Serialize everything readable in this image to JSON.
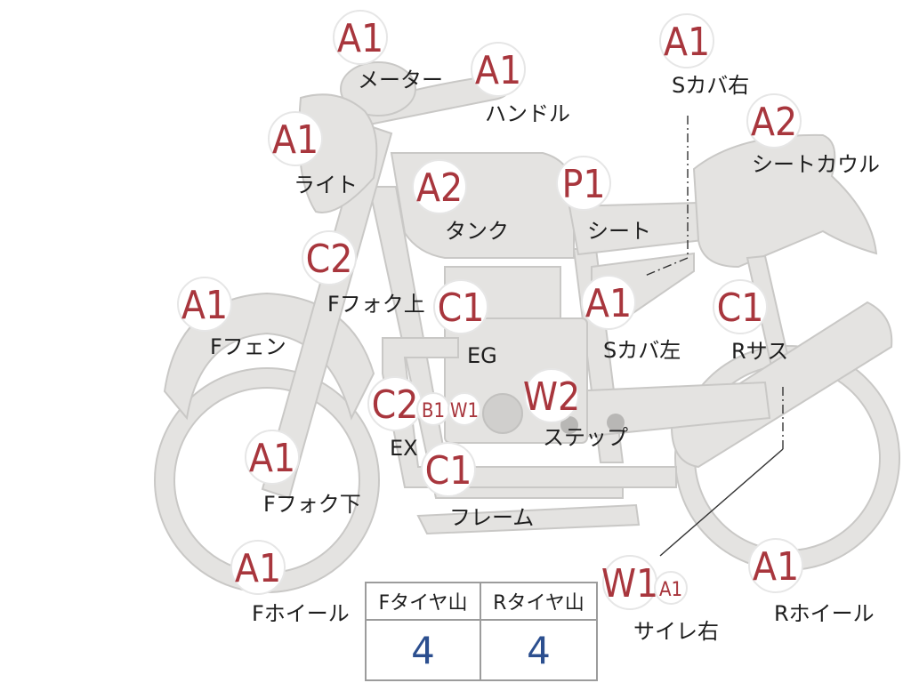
{
  "parts": [
    {
      "grade": "A1",
      "label": "メーター"
    },
    {
      "grade": "A1",
      "label": "ハンドル"
    },
    {
      "grade": "A1",
      "label": "Sカバ右"
    },
    {
      "grade": "A2",
      "label": "シートカウル"
    },
    {
      "grade": "A1",
      "label": "ライト"
    },
    {
      "grade": "A2",
      "label": "タンク"
    },
    {
      "grade": "P1",
      "label": "シート"
    },
    {
      "grade": "C2",
      "label": "Fフォク上"
    },
    {
      "grade": "A1",
      "label": "Fフェン"
    },
    {
      "grade": "C1",
      "label": "EG"
    },
    {
      "grade": "A1",
      "label": "Sカバ左"
    },
    {
      "grade": "C1",
      "label": "Rサス"
    },
    {
      "grade": "C2",
      "label": "EX"
    },
    {
      "grade": "B1",
      "label": ""
    },
    {
      "grade": "W1",
      "label": ""
    },
    {
      "grade": "W2",
      "label": "ステップ"
    },
    {
      "grade": "A1",
      "label": "Fフォク下"
    },
    {
      "grade": "C1",
      "label": "フレーム"
    },
    {
      "grade": "A1",
      "label": "Fホイール"
    },
    {
      "grade": "W1",
      "label": ""
    },
    {
      "grade": "A1",
      "label": "サイレ右"
    },
    {
      "grade": "A1",
      "label": "Rホイール"
    }
  ],
  "tire_table": {
    "front_header": "Fタイヤ山",
    "rear_header": "Rタイヤ山",
    "front_value": "4",
    "rear_value": "4"
  },
  "colors": {
    "grade_text": "#a8363d",
    "tire_value": "#2c4f8f",
    "body_fill": "#e4e3e1"
  }
}
